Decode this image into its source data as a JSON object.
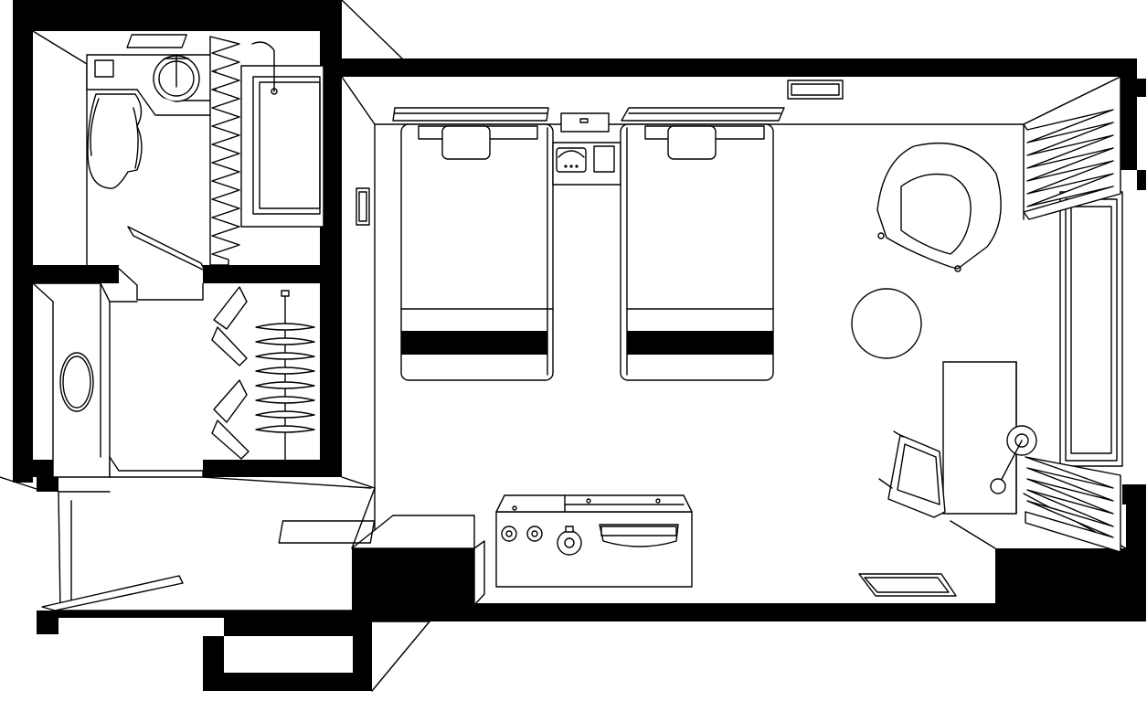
{
  "plan": {
    "style": "axonometric line drawing, black walls, white furniture",
    "colors": {
      "wall": "#000000",
      "floor": "#ffffff",
      "line": "#000000"
    },
    "rooms": [
      "bathroom",
      "closet",
      "entry-hall",
      "bedroom"
    ],
    "bathroom": {
      "fixtures": [
        "toilet",
        "washbasin",
        "shower",
        "shower-curtain",
        "mirror"
      ]
    },
    "closet": {
      "fixtures": [
        "wall-mirror",
        "hanging-rail",
        "hangers",
        "luggage-racks"
      ]
    },
    "entry": {
      "fixtures": [
        "entry-door"
      ]
    },
    "bedroom": {
      "beds": 2,
      "bed_lamps": 2,
      "fixtures": [
        "nightstand",
        "telephone",
        "air-vent",
        "armchair",
        "round-table",
        "desk",
        "desk-chair",
        "desk-lamp",
        "window",
        "curtains",
        "tv-cabinet",
        "kettle",
        "safe",
        "luggage-bench",
        "floor-mat",
        "wall-panel"
      ]
    }
  }
}
